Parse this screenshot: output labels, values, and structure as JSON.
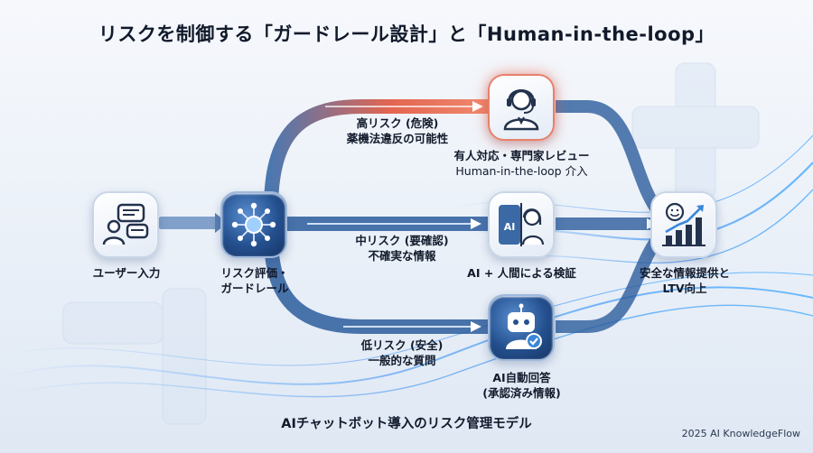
{
  "title": "リスクを制御する「ガードレール設計」と「Human-in-the-loop」",
  "nodes": {
    "input": {
      "label": "ユーザー入力",
      "icon": "chat-user-icon"
    },
    "guard": {
      "label_line1": "リスク評価・",
      "label_line2": "ガードレール",
      "icon": "network-hub-icon"
    },
    "human": {
      "label_line1": "有人対応・専門家レビュー",
      "label_line2": "Human-in-the-loop 介入",
      "icon": "operator-headset-icon"
    },
    "hybrid": {
      "label": "AI + 人間による検証",
      "icon": "ai-human-split-icon",
      "icon_text": "AI"
    },
    "auto": {
      "label_line1": "AI自動回答",
      "label_line2": "(承認済み情報)",
      "icon": "robot-check-icon"
    },
    "result": {
      "label_line1": "安全な情報提供と",
      "label_line2": "LTV向上",
      "icon": "growth-chart-icon"
    }
  },
  "paths": {
    "high": {
      "line1": "高リスク (危険)",
      "line2": "薬機法違反の可能性",
      "color": "#e2553e"
    },
    "mid": {
      "line1": "中リスク (要確認)",
      "line2": "不確実な情報",
      "color": "#2c5c9c"
    },
    "low": {
      "line1": "低リスク (安全)",
      "line2": "一般的な質問",
      "color": "#2c5c9c"
    }
  },
  "caption": "AIチャットボット導入のリスク管理モデル",
  "copyright": "2025 AI KnowledgeFlow"
}
